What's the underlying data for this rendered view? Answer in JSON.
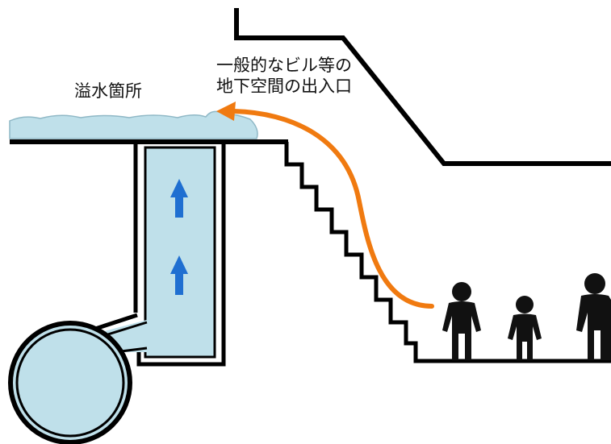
{
  "labels": {
    "overflow_point": "溢水箇所",
    "entrance_line1": "一般的なビル等の",
    "entrance_line2": "地下空間の出入口"
  },
  "icons": {
    "flow_arrows": "up-arrow-icon",
    "water_direction": "curved-arrow-icon",
    "people": "person-icon"
  },
  "colors": {
    "water": "#bfe0ea",
    "pipe_outline": "#000000",
    "flow_arrow": "#1f6fd1",
    "flood_arrow": "#f07a10",
    "person": "#111111"
  }
}
